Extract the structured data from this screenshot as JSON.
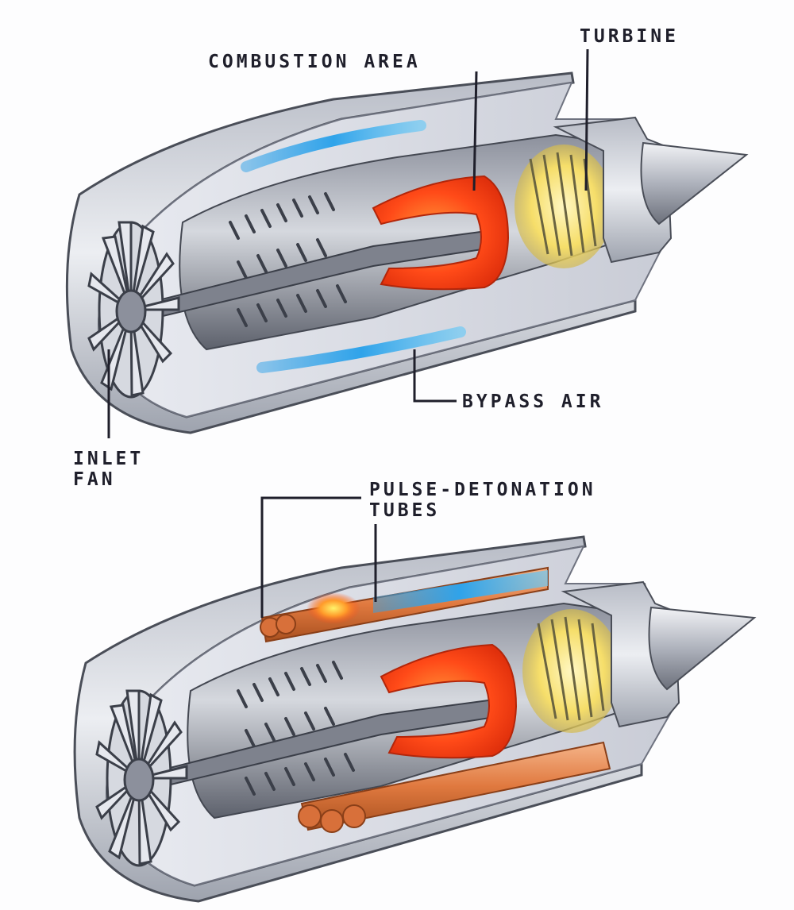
{
  "labels": {
    "combustion_area": "COMBUSTION AREA",
    "turbine": "TURBINE",
    "bypass_air": "BYPASS AIR",
    "inlet_fan_line1": "INLET",
    "inlet_fan_line2": "FAN",
    "pulse_detonation_line1": "PULSE-DETONATION",
    "pulse_detonation_line2": "TUBES"
  },
  "colors": {
    "label_text": "#1f1f2b",
    "leader_line": "#1f1f2b",
    "casing_light": "#dcdfe6",
    "casing_dark": "#6f7380",
    "combustion_orange": "#ff4a18",
    "combustion_glow": "#ff8a2a",
    "bypass_blue": "#2fa3ea",
    "turbine_yellow": "#f6de6a",
    "tube_copper": "#e0793f"
  }
}
